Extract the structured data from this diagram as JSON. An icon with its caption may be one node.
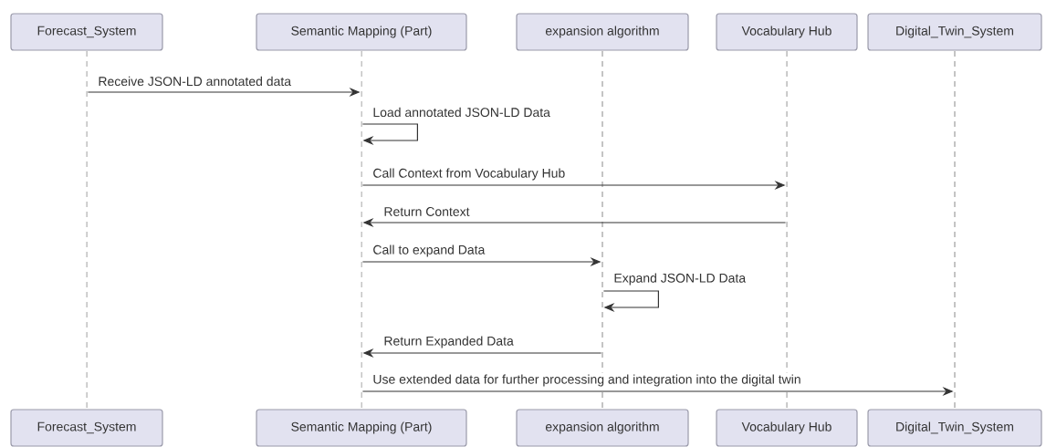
{
  "diagram": {
    "nodes": [
      {
        "text": [
          "Forecast_System"
        ]
      },
      {
        "text": [
          "Semantic Mapping (Part)"
        ]
      },
      {
        "text": [
          "expansion algorithm"
        ]
      },
      {
        "text": [
          "Vocabulary Hub"
        ]
      },
      {
        "text": [
          "Digital_Twin_System"
        ]
      },
      {
        "text": [],
        "shape": "line"
      },
      {
        "text": [],
        "shape": "line"
      },
      {
        "text": [],
        "shape": "line"
      },
      {
        "text": [],
        "shape": "line"
      },
      {
        "text": [],
        "shape": "line"
      },
      {
        "text": [
          "Forecast_System"
        ]
      },
      {
        "text": [
          "Semantic Mapping (Part)"
        ]
      },
      {
        "text": [
          "expansion algorithm"
        ]
      },
      {
        "text": [
          "Vocabulary Hub"
        ]
      },
      {
        "text": [
          "Digital_Twin_System"
        ]
      }
    ],
    "edges": [
      {
        "from": 5,
        "to": 6,
        "arrow": "to",
        "label": "Receive JSON-LD annotated data"
      },
      {
        "from": 6,
        "to": 6,
        "arrow": "to",
        "label": "Load annotated JSON-LD Data"
      },
      {
        "from": 6,
        "to": 8,
        "arrow": "to",
        "label": "Call Context from Vocabulary Hub"
      },
      {
        "from": 8,
        "to": 6,
        "arrow": "to",
        "label": "Return Context"
      },
      {
        "from": 6,
        "to": 7,
        "arrow": "to",
        "label": "Call to expand Data"
      },
      {
        "from": 7,
        "to": 7,
        "arrow": "to",
        "label": "Expand JSON-LD Data"
      },
      {
        "from": 7,
        "to": 6,
        "arrow": "to",
        "label": "Return Expanded Data"
      },
      {
        "from": 6,
        "to": 9,
        "arrow": "to",
        "label": "Use extended data for further processing and integration into the digital twin"
      }
    ]
  }
}
